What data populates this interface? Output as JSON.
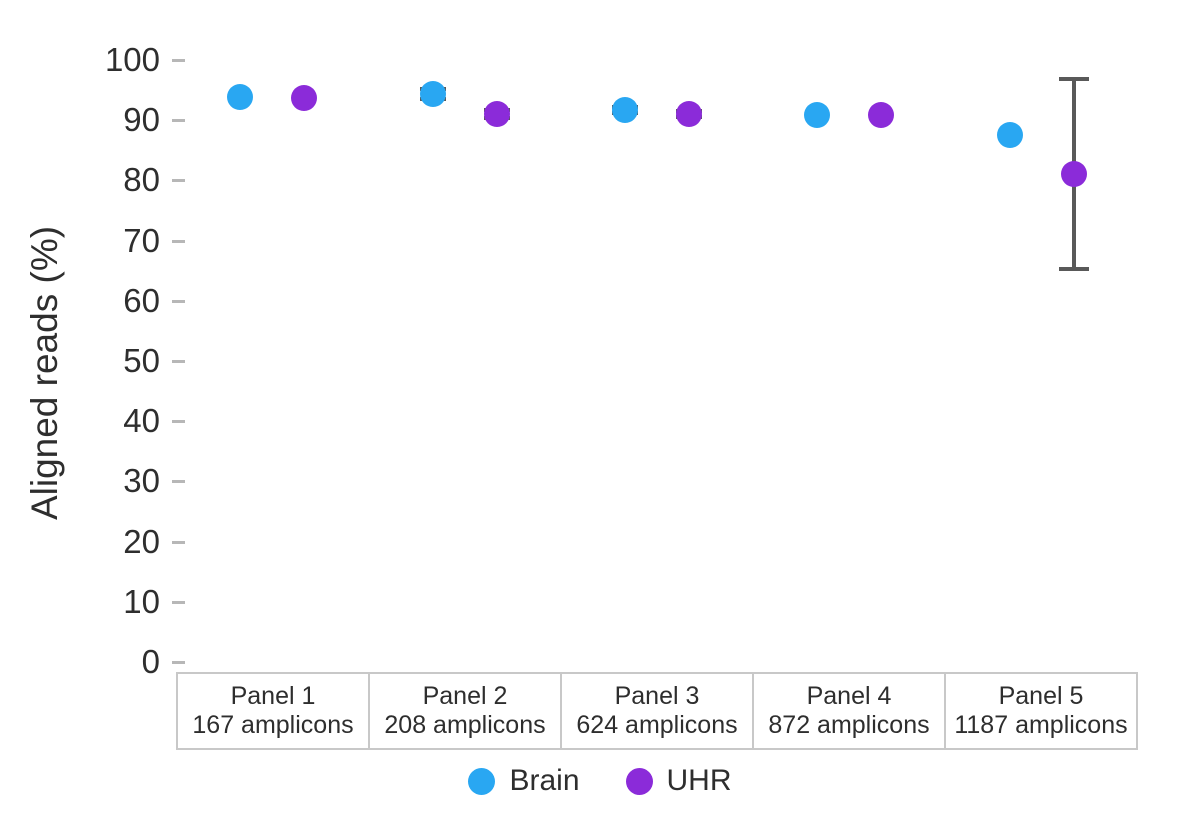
{
  "chart_data": {
    "type": "scatter",
    "title": "",
    "xlabel": "",
    "ylabel": "Aligned reads (%)",
    "ylim": [
      0,
      100
    ],
    "ytick_values": [
      0,
      10,
      20,
      30,
      40,
      50,
      60,
      70,
      80,
      90,
      100
    ],
    "ytick_labels": [
      "0",
      "10",
      "20",
      "30",
      "40",
      "50",
      "60",
      "70",
      "80",
      "90",
      "100"
    ],
    "grid": false,
    "legend_position": "bottom",
    "facet_axis": "panel",
    "categories": [
      "Panel 1",
      "Panel 2",
      "Panel 3",
      "Panel 4",
      "Panel 5"
    ],
    "facets": [
      {
        "name": "Panel 1",
        "line1": "Panel 1",
        "line2": "167 amplicons",
        "amplicons": 167
      },
      {
        "name": "Panel 2",
        "line1": "Panel 2",
        "line2": "208 amplicons",
        "amplicons": 208
      },
      {
        "name": "Panel 3",
        "line1": "Panel 3",
        "line2": "624 amplicons",
        "amplicons": 624
      },
      {
        "name": "Panel 4",
        "line1": "Panel 4",
        "line2": "872 amplicons",
        "amplicons": 872
      },
      {
        "name": "Panel 5",
        "line1": "Panel 5",
        "line2": "1187 amplicons",
        "amplicons": 1187
      }
    ],
    "series": [
      {
        "name": "Brain",
        "color": "#29A7F2",
        "values": [
          93.8,
          94.4,
          91.7,
          90.8,
          87.6
        ],
        "errors_low": [
          93.8,
          93.6,
          91.2,
          90.8,
          87.6
        ],
        "errors_high": [
          93.8,
          95.2,
          92.2,
          90.8,
          87.6
        ]
      },
      {
        "name": "UHR",
        "color": "#8B2BD9",
        "values": [
          93.7,
          91.0,
          91.1,
          90.8,
          81.0
        ],
        "errors_low": [
          93.7,
          90.3,
          90.6,
          90.8,
          65.2
        ],
        "errors_high": [
          93.7,
          91.7,
          91.6,
          90.8,
          96.8
        ]
      }
    ],
    "legend": [
      {
        "label": "Brain",
        "color": "#29A7F2"
      },
      {
        "label": "UHR",
        "color": "#8B2BD9"
      }
    ]
  }
}
